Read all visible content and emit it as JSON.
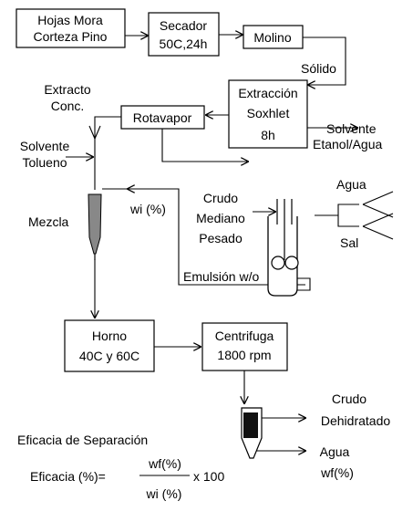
{
  "boxes": {
    "raw_material": [
      "Hojas Mora",
      "Corteza Pino"
    ],
    "dryer": [
      "Secador",
      "50C,24h"
    ],
    "mill": [
      "Molino"
    ],
    "extraction": [
      "Extracción",
      "Soxhlet",
      "8h"
    ],
    "rotavapor": [
      "Rotavapor"
    ],
    "oven": [
      "Horno",
      "40C y 60C"
    ],
    "centrifuge": [
      "Centrifuga",
      "1800 rpm"
    ]
  },
  "labels": {
    "solid": "Sólido",
    "solvent_ethanol": [
      "Solvente",
      "Etanol/Agua"
    ],
    "extract": [
      "Extracto",
      "Conc."
    ],
    "solvent_toluene": [
      "Solvente",
      "Tolueno"
    ],
    "mixture": "Mezcla",
    "wi": "wi (%)",
    "crude_oil": [
      "Crudo",
      "Mediano",
      "Pesado"
    ],
    "water_in": "Agua",
    "salt": "Sal",
    "emulsion": "Emulsión w/o",
    "dehydrated_crude": [
      "Crudo",
      "Dehidratado"
    ],
    "water_out": [
      "Agua",
      "wf(%)"
    ]
  },
  "formula": {
    "title": "Eficacia de Separación",
    "lhs": "Eficacia (%)=",
    "numerator": "wf(%)",
    "denominator": "wi (%)",
    "factor": "x 100"
  }
}
